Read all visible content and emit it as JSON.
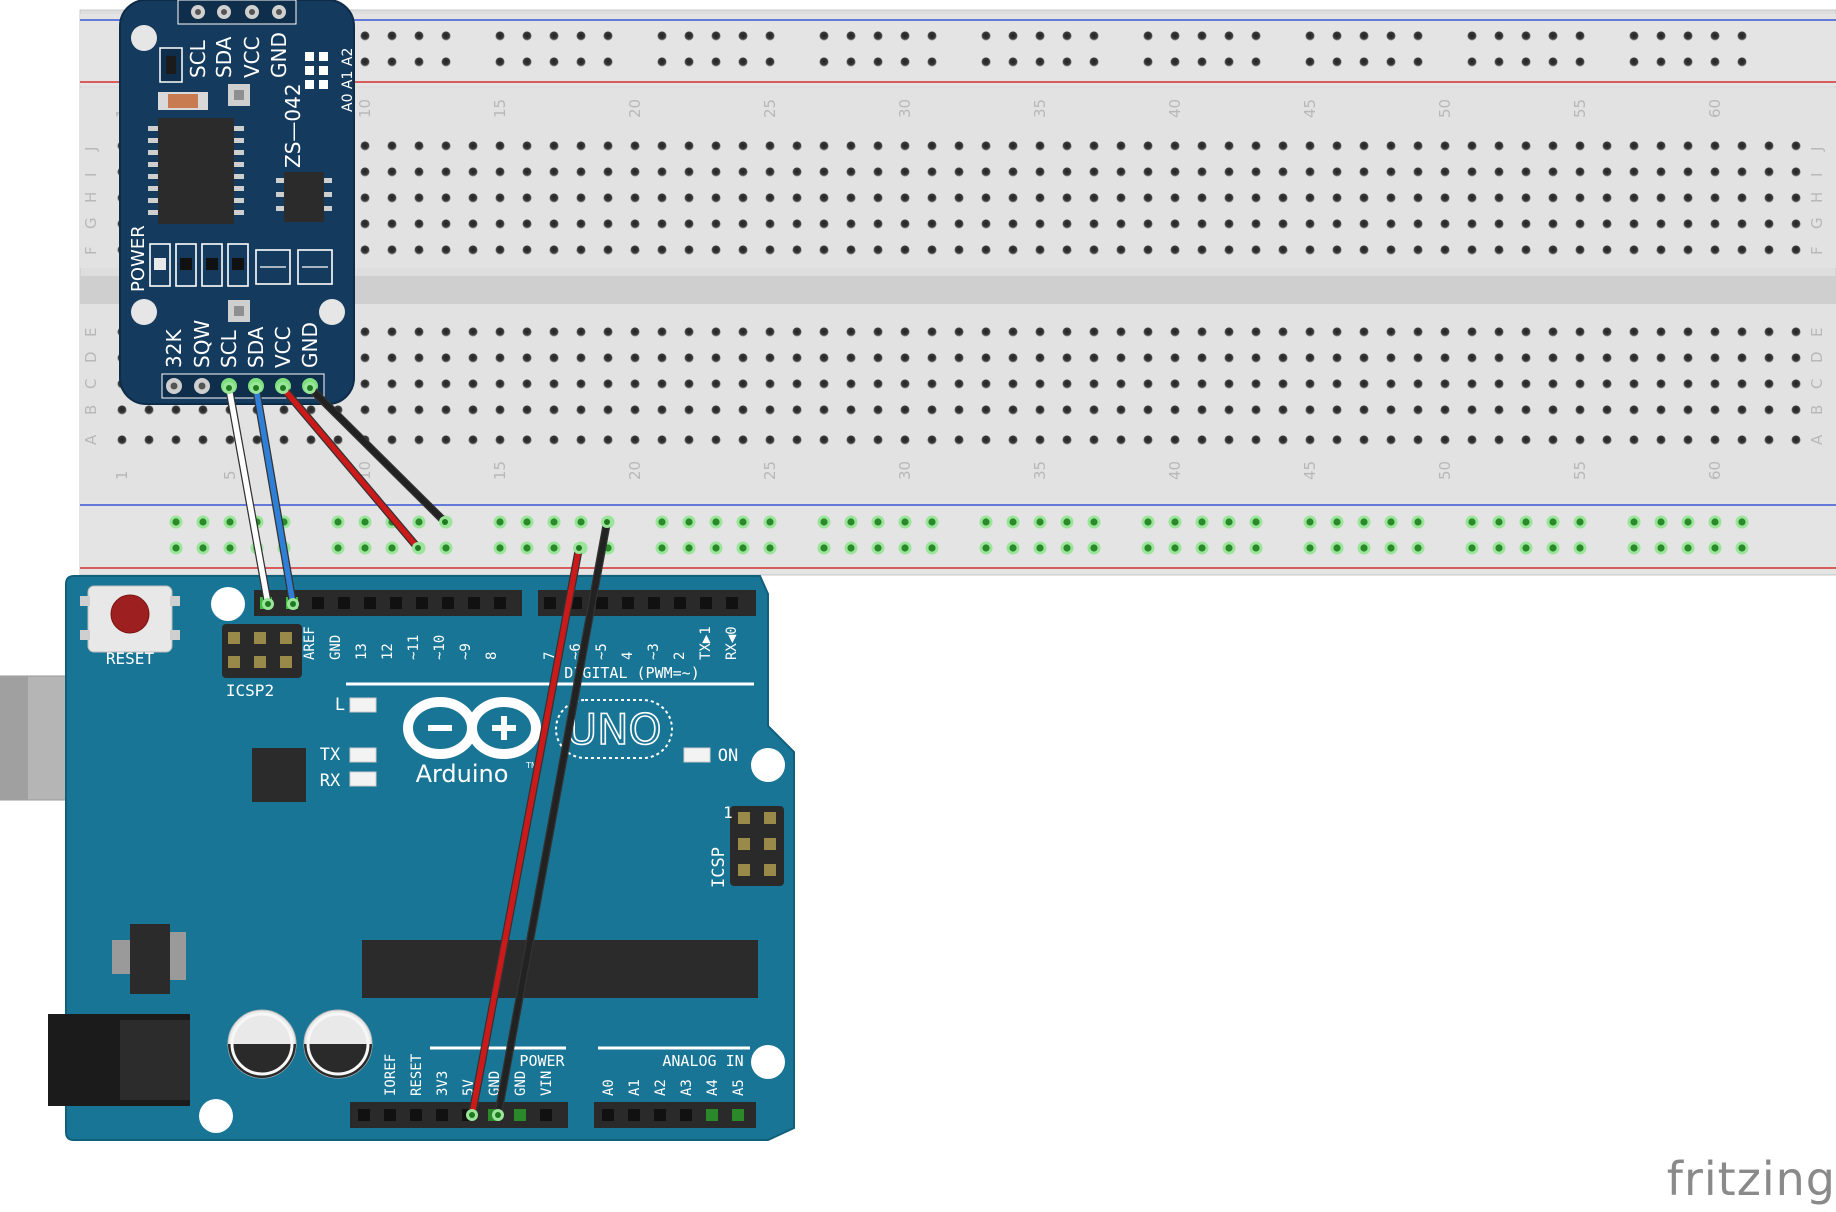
{
  "breadboard": {
    "row_letters_top": [
      "J",
      "I",
      "H",
      "G",
      "F"
    ],
    "row_letters_bottom": [
      "E",
      "D",
      "C",
      "B",
      "A"
    ],
    "column_labels": [
      "1",
      "5",
      "10",
      "15",
      "20",
      "25",
      "30",
      "35",
      "40",
      "45",
      "50",
      "55",
      "60"
    ]
  },
  "rtc_module": {
    "model": "ZS—042",
    "top_pins": [
      "SCL",
      "SDA",
      "VCC",
      "GND"
    ],
    "address_pins": "A0 A1 A2",
    "power_label": "POWER",
    "bottom_pins": [
      "32K",
      "SQW",
      "SCL",
      "SDA",
      "VCC",
      "GND"
    ]
  },
  "arduino": {
    "brand": "Arduino",
    "tm": "TM",
    "model": "UNO",
    "reset_label": "RESET",
    "icsp2_label": "ICSP2",
    "icsp_label": "ICSP",
    "icsp_pin1": "1",
    "led_l": "L",
    "led_tx": "TX",
    "led_rx": "RX",
    "led_on": "ON",
    "digital_header_label": "DIGITAL (PWM=~)",
    "digital_pins_left": [
      "AREF",
      "GND",
      "13",
      "12",
      "~11",
      "~10",
      "~9",
      "8"
    ],
    "digital_pins_right": [
      "7",
      "~6",
      "~5",
      "4",
      "~3",
      "2",
      "TX▶1",
      "RX◀0"
    ],
    "power_header_label": "POWER",
    "power_pins": [
      "IOREF",
      "RESET",
      "3V3",
      "5V",
      "GND",
      "GND",
      "VIN"
    ],
    "analog_header_label": "ANALOG IN",
    "analog_pins": [
      "A0",
      "A1",
      "A2",
      "A3",
      "A4",
      "A5"
    ]
  },
  "wires": [
    {
      "name": "SCL",
      "color": "#ffffff"
    },
    {
      "name": "SDA",
      "color": "#2f7fd6"
    },
    {
      "name": "VCC",
      "color": "#cc1a1a"
    },
    {
      "name": "GND",
      "color": "#222222"
    },
    {
      "name": "5V",
      "color": "#cc1a1a"
    },
    {
      "name": "GND",
      "color": "#222222"
    }
  ],
  "colors": {
    "board_blue": "#197595",
    "module_navy": "#143a5e",
    "breadboard": "#dcdcdc",
    "rail_red": "#d42f2f",
    "rail_blue": "#3a57d6",
    "active_hole": "#3fbf3f"
  },
  "watermark": "fritzing"
}
